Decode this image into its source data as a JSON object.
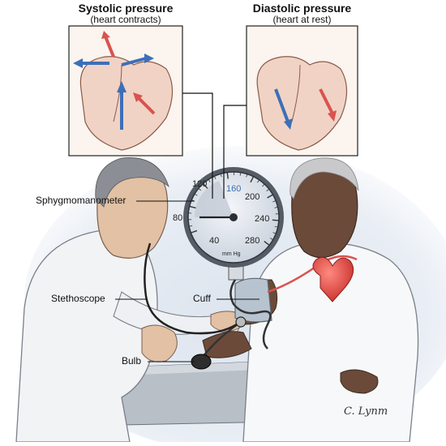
{
  "panels": {
    "systolic": {
      "title": "Systolic pressure",
      "subtitle": "(heart contracts)"
    },
    "diastolic": {
      "title": "Diastolic pressure",
      "subtitle": "(heart at rest)"
    }
  },
  "gauge": {
    "ticks": [
      "120",
      "160",
      "200",
      "240",
      "280",
      "80",
      "40"
    ],
    "unit": "mm Hg"
  },
  "labels": {
    "sphygmomanometer": "Sphygmomanometer",
    "stethoscope": "Stethoscope",
    "cuff": "Cuff",
    "bulb": "Bulb"
  },
  "signature": "C. Lynm",
  "colors": {
    "artery_red": "#d9534f",
    "vein_blue": "#3d6fb8",
    "gauge_face": "#e9edf3",
    "background_wash": "#dde4ee"
  }
}
